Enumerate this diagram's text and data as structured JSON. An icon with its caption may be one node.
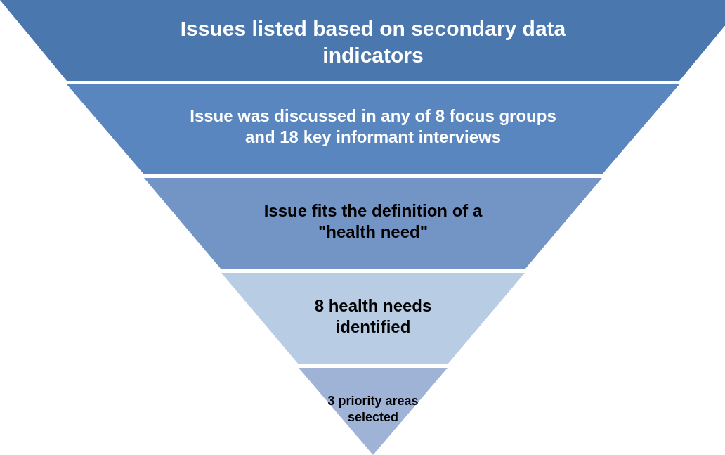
{
  "diagram": {
    "nodes": [
      {
        "text": [
          "Issues listed based on secondary data indicators"
        ]
      },
      {
        "text": [
          "Issue was discussed in any of 8 focus groups and 18 key informant interviews"
        ]
      },
      {
        "text": [
          "Issue fits the definition of a \"health need\""
        ]
      },
      {
        "text": [
          "8 health needs identified"
        ]
      },
      {
        "text": [
          "3 priority areas selected"
        ]
      }
    ]
  }
}
